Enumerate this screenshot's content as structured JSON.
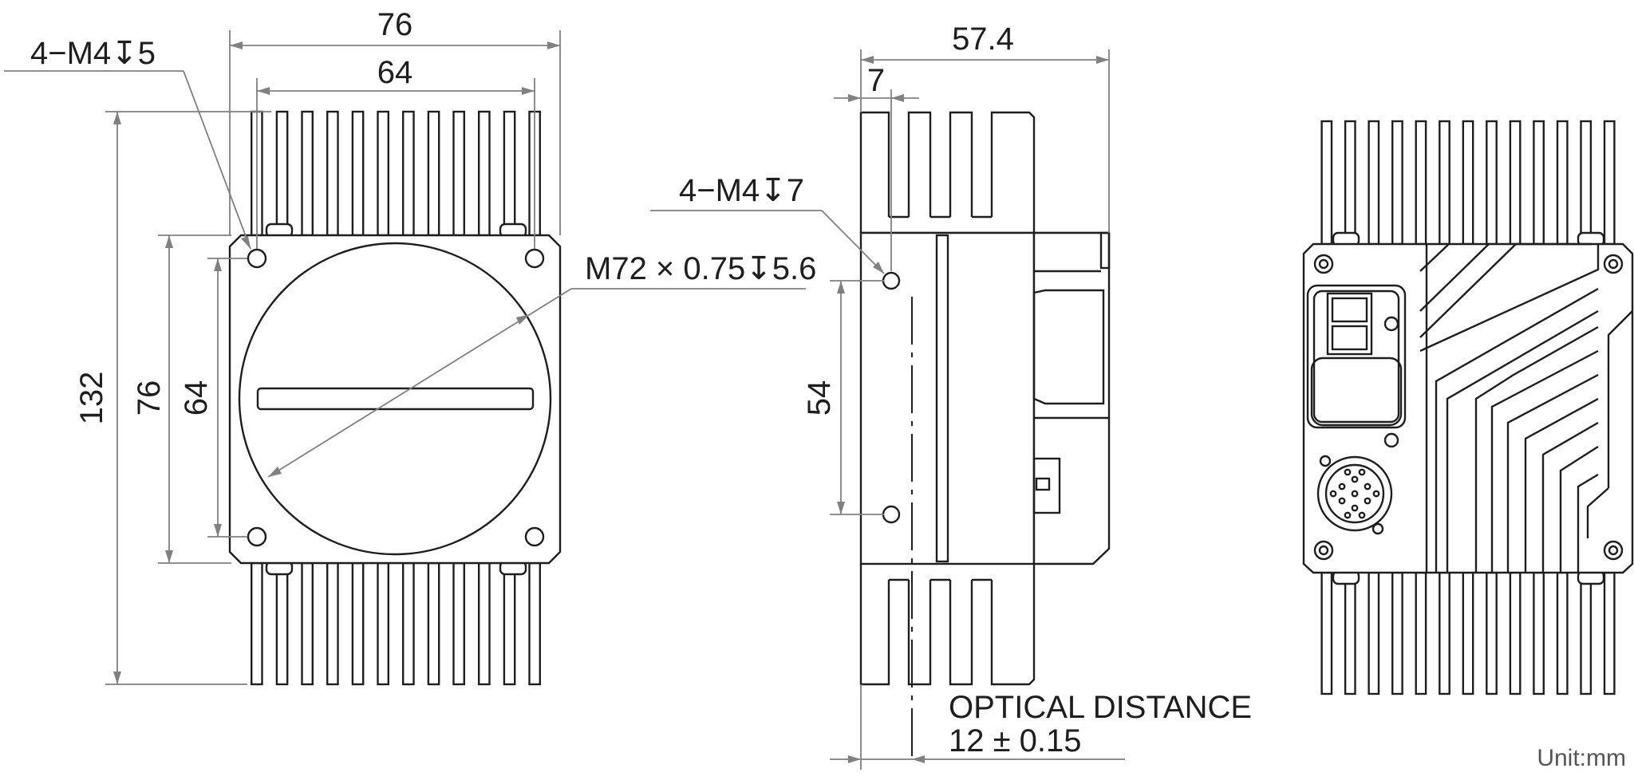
{
  "front_view": {
    "width_outer": "76",
    "width_holes": "64",
    "height_total": "132",
    "height_body": "76",
    "height_holes": "64",
    "thread_note_mount_holes": "4−M4↧5",
    "lens_mount_note": "M72 × 0.75↧5.6"
  },
  "side_view": {
    "depth_total": "57.4",
    "hole_offset": "7",
    "thread_note_side_holes": "4−M4↧7",
    "hole_spacing": "54",
    "optical_distance_label": "OPTICAL DISTANCE",
    "optical_distance_value": "12 ± 0.15"
  },
  "units": "Unit:mm"
}
